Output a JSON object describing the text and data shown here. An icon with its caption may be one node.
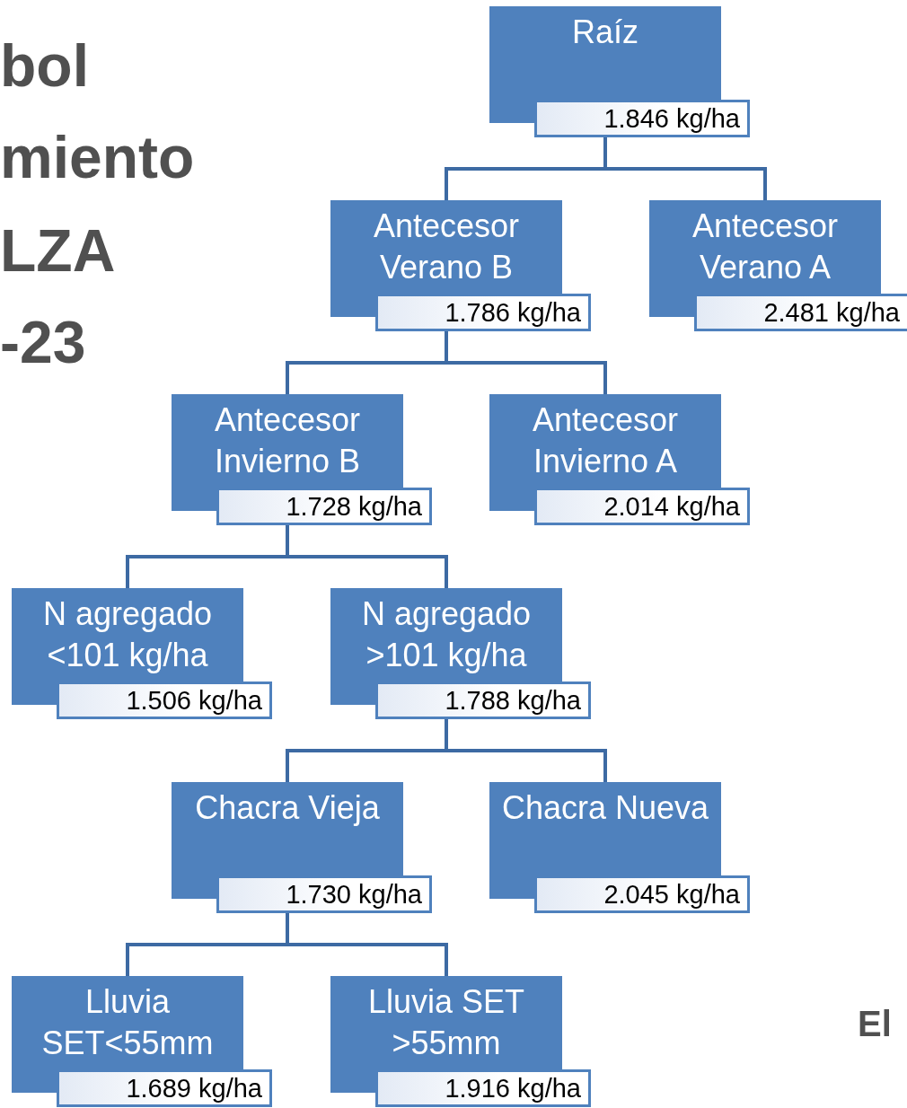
{
  "diagram": {
    "nodes": [
      {
        "text": [
          "Raíz",
          "1.846 kg/ha"
        ]
      },
      {
        "text": [
          "Antecesor Verano B",
          "1.786 kg/ha"
        ]
      },
      {
        "text": [
          "Antecesor Verano A",
          "2.481 kg/ha"
        ]
      },
      {
        "text": [
          "Antecesor Invierno B",
          "1.728 kg/ha"
        ]
      },
      {
        "text": [
          "Antecesor Invierno A",
          "2.014 kg/ha"
        ]
      },
      {
        "text": [
          "N agregado <101 kg/ha",
          "1.506 kg/ha"
        ]
      },
      {
        "text": [
          "N agregado >101 kg/ha",
          "1.788 kg/ha"
        ]
      },
      {
        "text": [
          "Chacra Vieja",
          "1.730 kg/ha"
        ]
      },
      {
        "text": [
          "Chacra Nueva",
          "2.045 kg/ha"
        ]
      },
      {
        "text": [
          "Lluvia SET<55mm",
          "1.689 kg/ha"
        ]
      },
      {
        "text": [
          "Lluvia SET >55mm",
          "1.916 kg/ha"
        ]
      }
    ],
    "edges": [
      {
        "from": 0,
        "to": 1,
        "arrow": "none"
      },
      {
        "from": 0,
        "to": 2,
        "arrow": "none"
      },
      {
        "from": 1,
        "to": 3,
        "arrow": "none"
      },
      {
        "from": 1,
        "to": 4,
        "arrow": "none"
      },
      {
        "from": 3,
        "to": 5,
        "arrow": "none"
      },
      {
        "from": 3,
        "to": 6,
        "arrow": "none"
      },
      {
        "from": 6,
        "to": 7,
        "arrow": "none"
      },
      {
        "from": 6,
        "to": 8,
        "arrow": "none"
      },
      {
        "from": 7,
        "to": 9,
        "arrow": "none"
      },
      {
        "from": 7,
        "to": 10,
        "arrow": "none"
      }
    ],
    "labels": [
      "bol",
      "miento",
      "LZA",
      "-23",
      "El"
    ]
  }
}
